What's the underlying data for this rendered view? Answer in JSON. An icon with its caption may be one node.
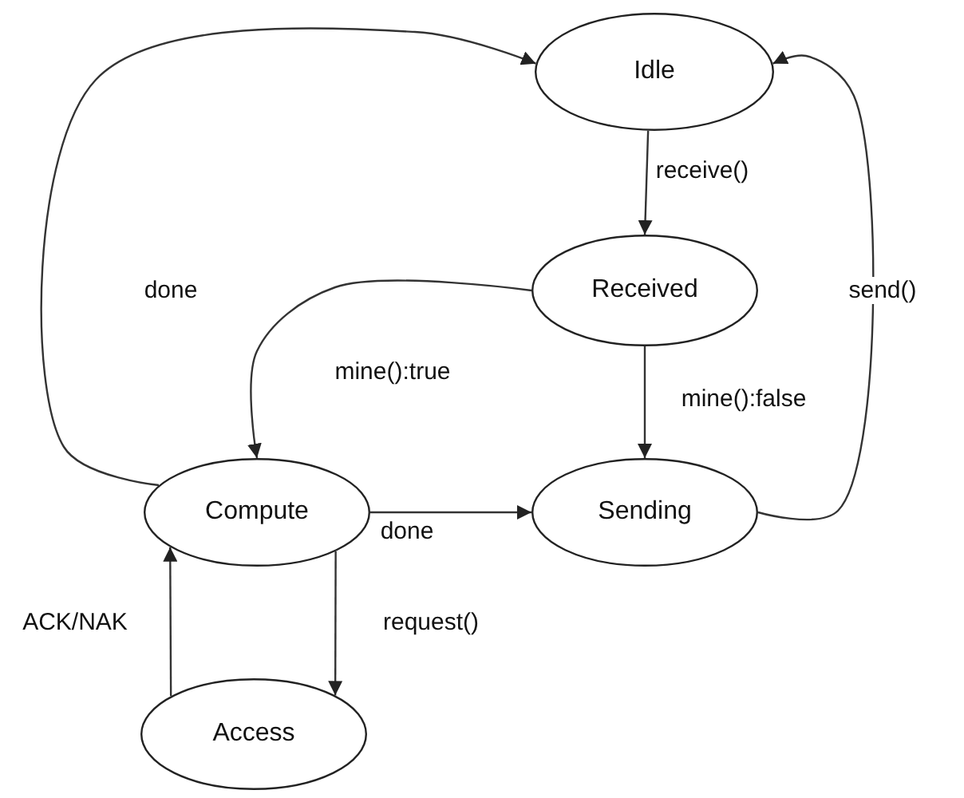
{
  "diagram": {
    "nodes": [
      {
        "text": [
          "Idle"
        ]
      },
      {
        "text": [
          "Received"
        ]
      },
      {
        "text": [
          "Compute"
        ]
      },
      {
        "text": [
          "Sending"
        ]
      },
      {
        "text": [
          "Access"
        ]
      }
    ],
    "edges": [
      {
        "from": 0,
        "to": 1,
        "arrow": "to",
        "label": "receive()"
      },
      {
        "from": 1,
        "to": 2,
        "arrow": "to",
        "label": "mine():true"
      },
      {
        "from": 1,
        "to": 3,
        "arrow": "to",
        "label": "mine():false"
      },
      {
        "from": 3,
        "to": 0,
        "arrow": "to",
        "label": "send()"
      },
      {
        "from": 2,
        "to": 0,
        "arrow": "to",
        "label": "done"
      },
      {
        "from": 2,
        "to": 3,
        "arrow": "to",
        "label": "done"
      },
      {
        "from": 2,
        "to": 4,
        "arrow": "to",
        "label": "request()"
      },
      {
        "from": 4,
        "to": 2,
        "arrow": "to",
        "label": "ACK/NAK"
      }
    ]
  }
}
